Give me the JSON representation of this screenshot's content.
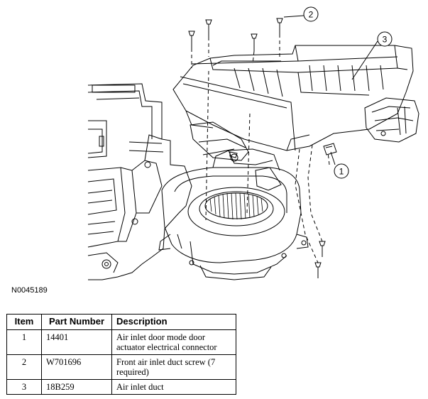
{
  "diagram": {
    "callouts": [
      "1",
      "2",
      "3"
    ],
    "code": "N0045189"
  },
  "table": {
    "headers": [
      "Item",
      "Part Number",
      "Description"
    ],
    "rows": [
      {
        "item": "1",
        "part": "14401",
        "desc": "Air inlet door mode door actuator electrical connector"
      },
      {
        "item": "2",
        "part": "W701696",
        "desc": "Front air inlet duct screw (7 required)"
      },
      {
        "item": "3",
        "part": "18B259",
        "desc": "Air inlet duct"
      }
    ]
  }
}
